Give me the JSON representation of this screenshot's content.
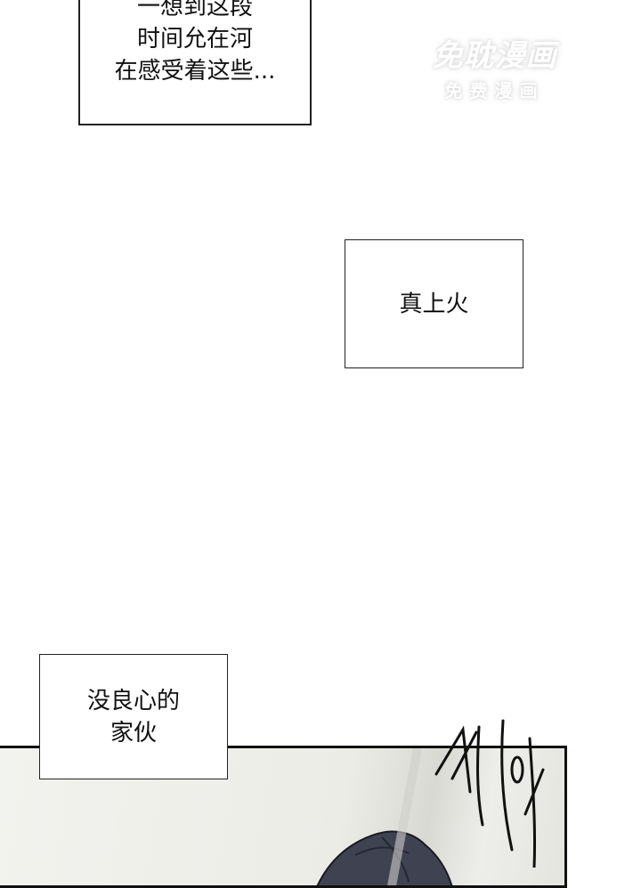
{
  "captions": [
    {
      "lines": [
        "一想到这段",
        "时间允在河",
        "在感受着这些..."
      ]
    },
    {
      "lines": [
        "真上火"
      ]
    },
    {
      "lines": [
        "没良心的",
        "家伙"
      ]
    }
  ],
  "watermark": {
    "main": "免耽漫画",
    "sub": "免费漫画"
  },
  "sfx": {
    "text": "씨익"
  }
}
